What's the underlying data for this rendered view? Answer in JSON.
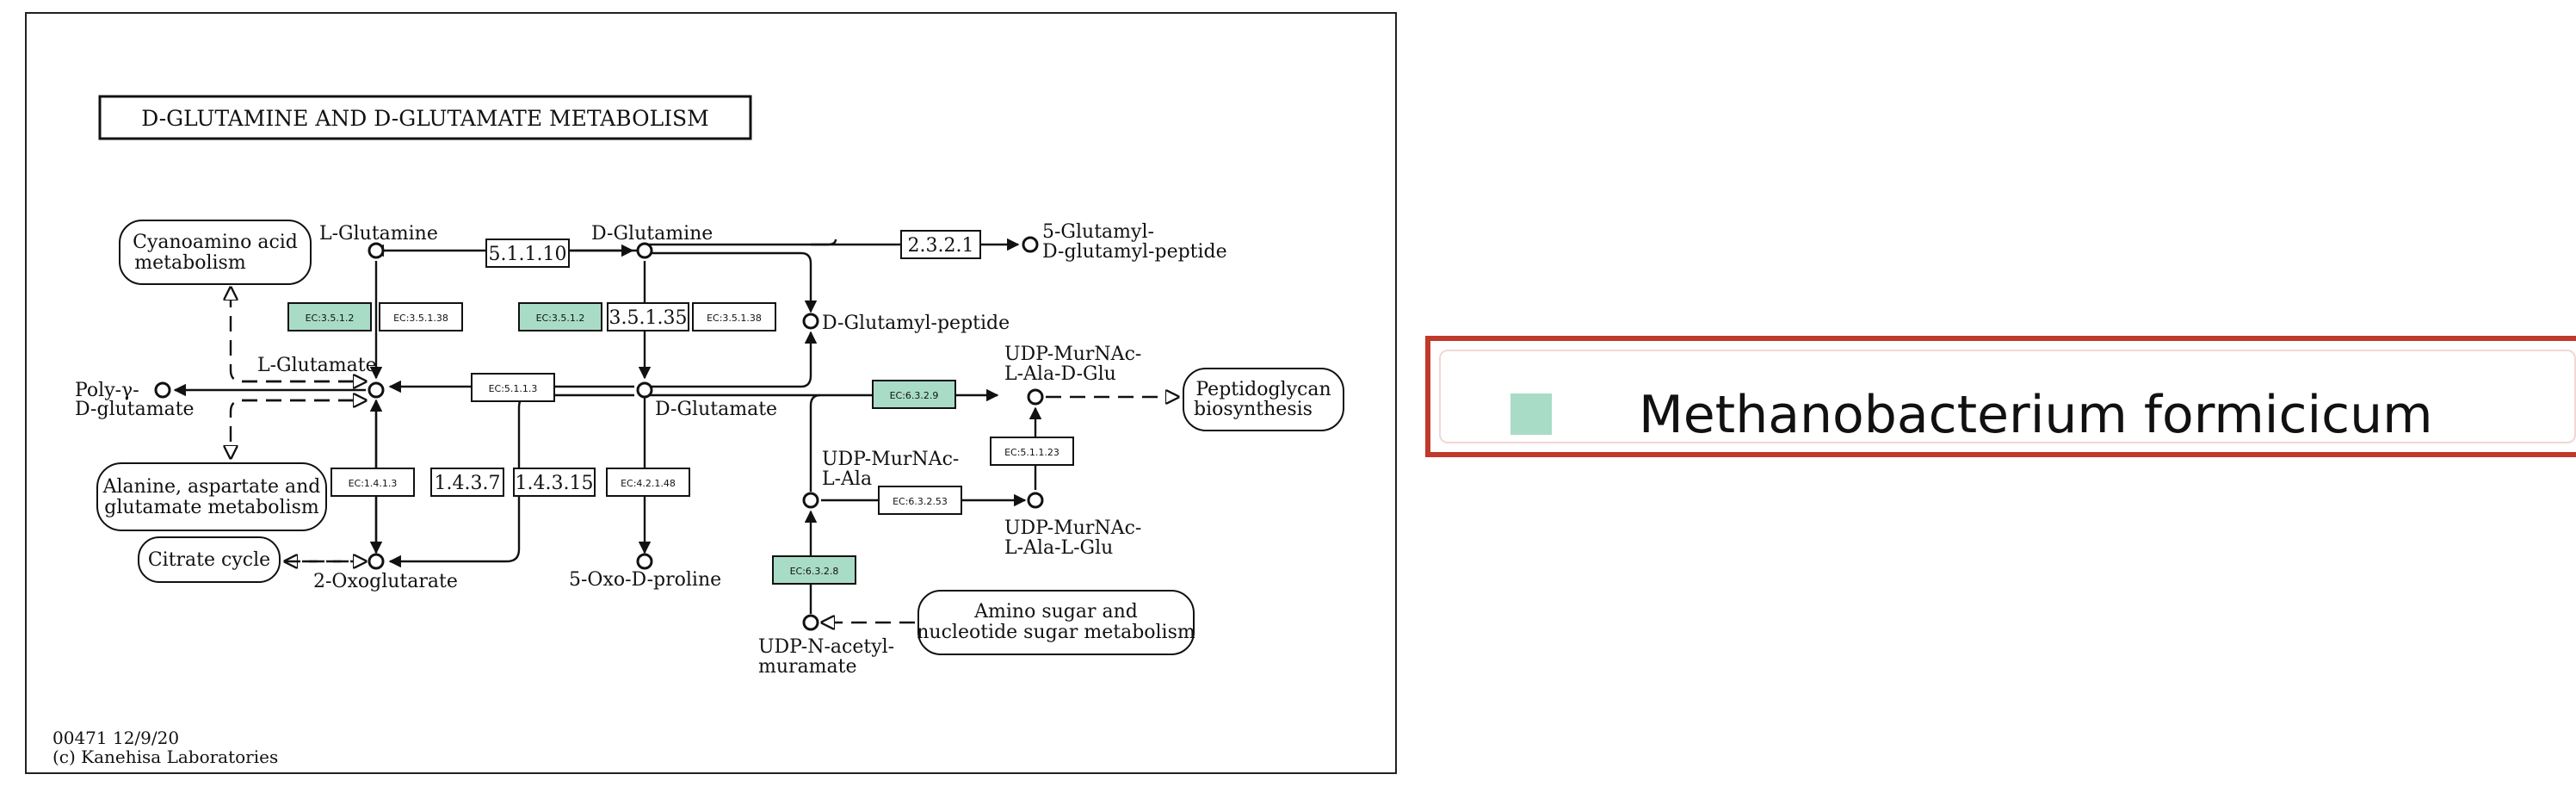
{
  "title": "D-GLUTAMINE AND D-GLUTAMATE METABOLISM",
  "footer": {
    "map_id": "00471 12/9/20",
    "copyright": "(c) Kanehisa Laboratories"
  },
  "colors": {
    "highlight": "#a9dcc6",
    "plain": "#ffffff",
    "legend_border": "#c0392b"
  },
  "compounds": {
    "l_glutamine": "L-Glutamine",
    "d_glutamine": "D-Glutamine",
    "l_glutamate": "L-Glutamate",
    "d_glutamate": "D-Glutamate",
    "poly_glutamate_1": "Poly-γ-",
    "poly_glutamate_2": "D-glutamate",
    "oxoglutarate": "2-Oxoglutarate",
    "oxo_proline": "5-Oxo-D-proline",
    "glutamyl_peptide_1": "5-Glutamyl-",
    "glutamyl_peptide_2": "D-glutamyl-peptide",
    "d_glutamyl_peptide": "D-Glutamyl-peptide",
    "udp_murnac_ala_dglu_1": "UDP-MurNAc-",
    "udp_murnac_ala_dglu_2": "L-Ala-D-Glu",
    "udp_murnac_ala_1": "UDP-MurNAc-",
    "udp_murnac_ala_2": "L-Ala",
    "udp_murnac_ala_lglu_1": "UDP-MurNAc-",
    "udp_murnac_ala_lglu_2": "L-Ala-L-Glu",
    "udp_acetylmuramate_1": "UDP-N-acetyl-",
    "udp_acetylmuramate_2": "muramate"
  },
  "pathways": {
    "cyanoamino_1": "Cyanoamino acid",
    "cyanoamino_2": "metabolism",
    "alanine_1": "Alanine, aspartate and",
    "alanine_2": "glutamate metabolism",
    "citrate": "Citrate cycle",
    "peptidoglycan_1": "Peptidoglycan",
    "peptidoglycan_2": "biosynthesis",
    "amino_sugar_1": "Amino sugar and",
    "amino_sugar_2": "nucleotide sugar metabolism"
  },
  "enzymes": {
    "e_5_1_1_10": "5.1.1.10",
    "e_2_3_2_1": "2.3.2.1",
    "ec_3_5_1_2_a": "EC:3.5.1.2",
    "ec_3_5_1_38_a": "EC:3.5.1.38",
    "ec_3_5_1_2_b": "EC:3.5.1.2",
    "e_3_5_1_35": "3.5.1.35",
    "ec_3_5_1_38_b": "EC:3.5.1.38",
    "ec_5_1_1_3": "EC:5.1.1.3",
    "ec_6_3_2_9": "EC:6.3.2.9",
    "ec_1_4_1_3": "EC:1.4.1.3",
    "e_1_4_3_7": "1.4.3.7",
    "e_1_4_3_15": "1.4.3.15",
    "ec_4_2_1_48": "EC:4.2.1.48",
    "ec_5_1_1_23": "EC:5.1.1.23",
    "ec_6_3_2_53": "EC:6.3.2.53",
    "ec_6_3_2_8": "EC:6.3.2.8"
  },
  "legend": {
    "organism": "Methanobacterium formicicum",
    "swatch_color": "#a9dcc6"
  }
}
